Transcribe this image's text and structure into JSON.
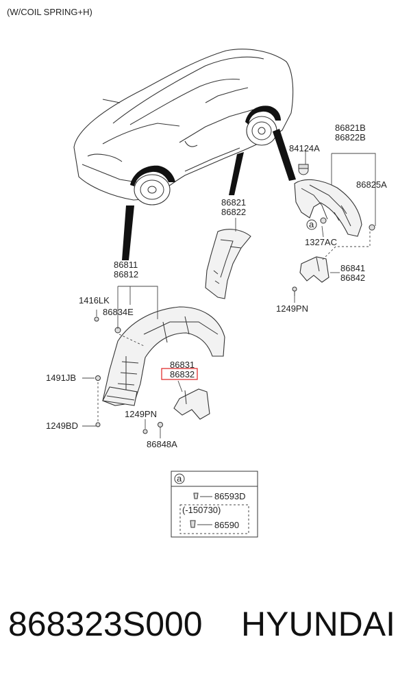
{
  "header_note": "(W/COIL SPRING+H)",
  "labels": {
    "p86821B": "86821B",
    "p86822B": "86822B",
    "p84124A": "84124A",
    "p86825A": "86825A",
    "p86821": "86821",
    "p86822": "86822",
    "callout_a": "a",
    "p1327AC": "1327AC",
    "p86841": "86841",
    "p86842": "86842",
    "p1249PN_right": "1249PN",
    "p86811": "86811",
    "p86812": "86812",
    "p1416LK": "1416LK",
    "p86834E": "86834E",
    "p86831": "86831",
    "p86832": "86832",
    "p1491JB": "1491JB",
    "p1249PN_left": "1249PN",
    "p1249BD": "1249BD",
    "p86848A": "86848A"
  },
  "legend_box": {
    "key": "a",
    "item1": "86593D",
    "date_range": "(-150730)",
    "item2": "86590"
  },
  "footer": {
    "part_number": "868323S000",
    "brand": "HYUNDAI"
  },
  "highlight_color": "#e03030"
}
